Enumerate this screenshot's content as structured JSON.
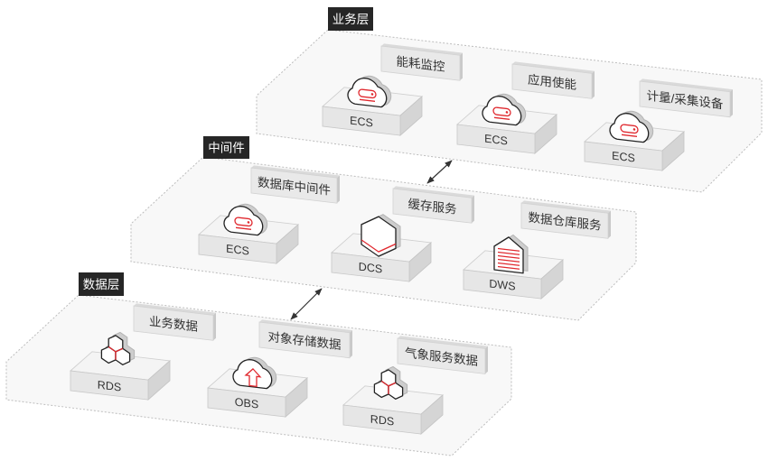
{
  "layers": [
    {
      "tag": "业务层",
      "columns": [
        {
          "label": "能耗监控",
          "service": "ECS",
          "icon": "cloud-server-icon"
        },
        {
          "label": "应用使能",
          "service": "ECS",
          "icon": "cloud-server-icon"
        },
        {
          "label": "计量/采集设备",
          "service": "ECS",
          "icon": "cloud-server-icon"
        }
      ]
    },
    {
      "tag": "中间件",
      "columns": [
        {
          "label": "数据库中间件",
          "service": "ECS",
          "icon": "cloud-server-icon"
        },
        {
          "label": "缓存服务",
          "service": "DCS",
          "icon": "hexagon-icon"
        },
        {
          "label": "数据仓库服务",
          "service": "DWS",
          "icon": "warehouse-icon"
        }
      ]
    },
    {
      "tag": "数据层",
      "columns": [
        {
          "label": "业务数据",
          "service": "RDS",
          "icon": "hexagon-cluster-icon"
        },
        {
          "label": "对象存储数据",
          "service": "OBS",
          "icon": "cloud-upload-icon"
        },
        {
          "label": "气象服务数据",
          "service": "RDS",
          "icon": "hexagon-cluster-icon"
        }
      ]
    }
  ],
  "connectors": [
    {
      "from": "业务层",
      "to": "中间件",
      "type": "bidirectional-arrow"
    },
    {
      "from": "中间件",
      "to": "数据层",
      "type": "bidirectional-arrow"
    }
  ],
  "colors": {
    "accent": "#e0282e",
    "tag_background": "#262626",
    "tag_text": "#ffffff",
    "label_text": "#333333",
    "platform_fill": "#f8f8f8",
    "platform_border": "#bdbdbd"
  }
}
